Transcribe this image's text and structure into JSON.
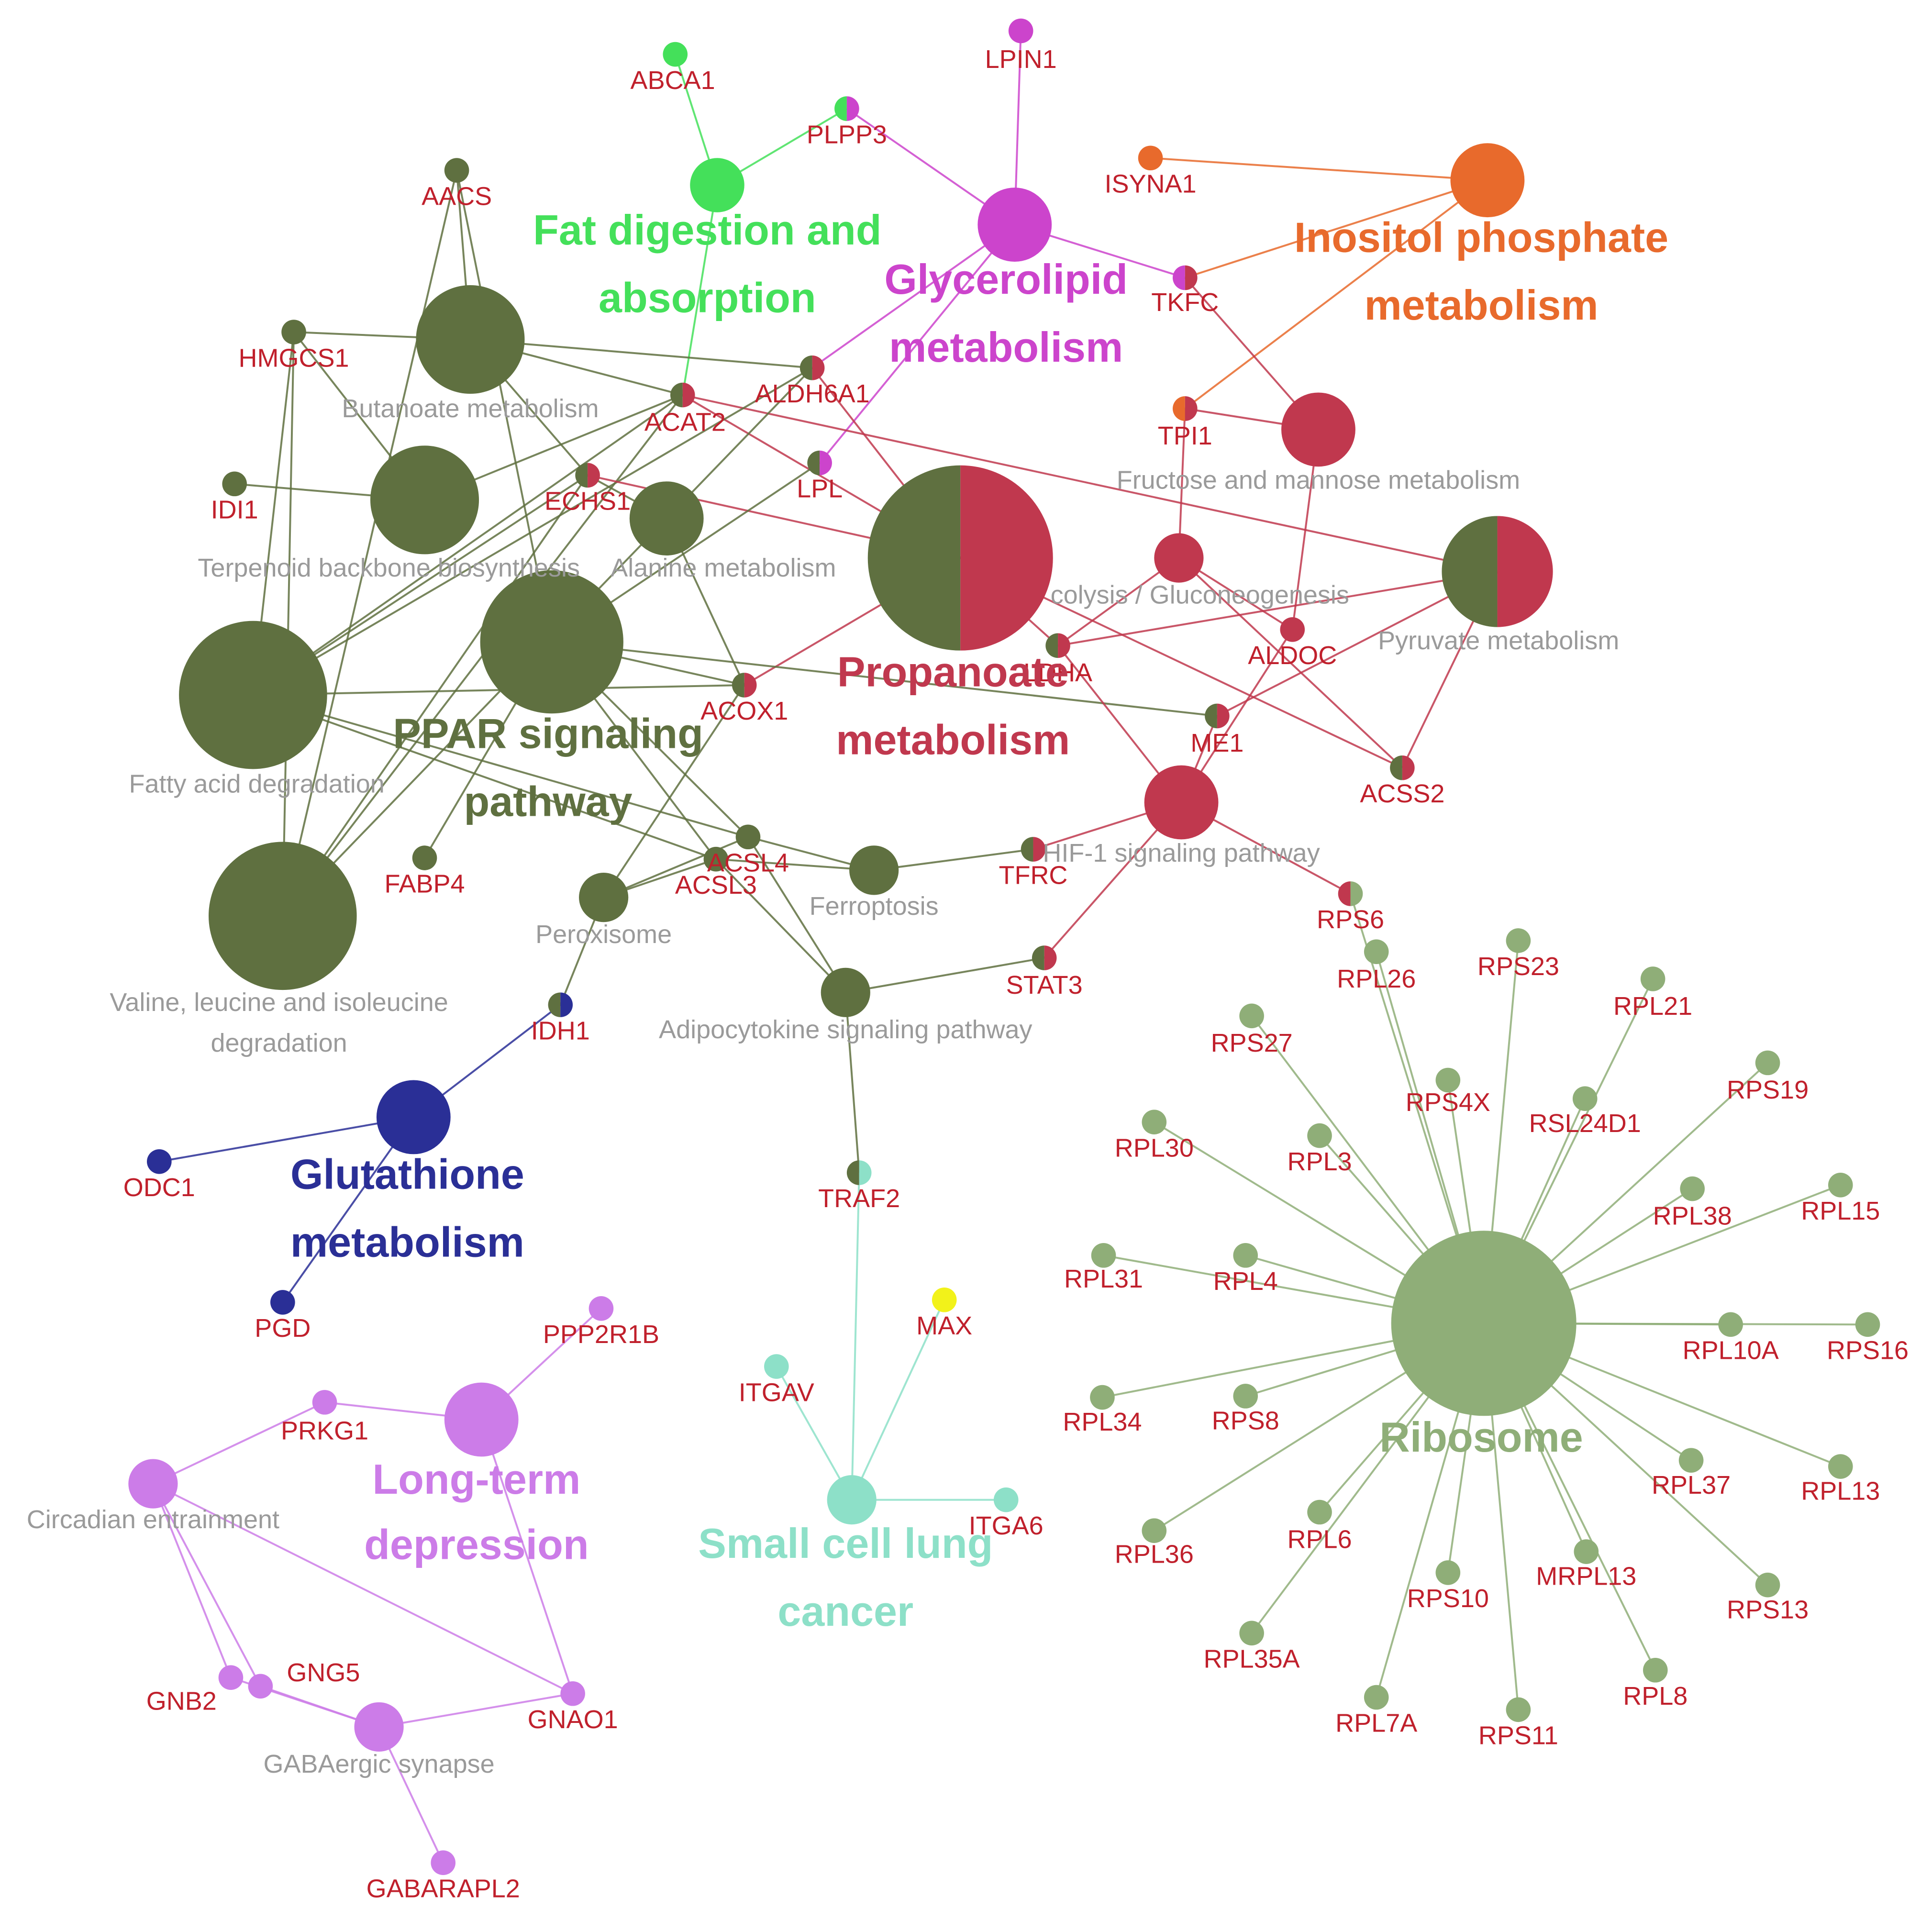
{
  "colors": {
    "olive": "#5f7040",
    "crimson": "#c0384e",
    "green": "#44e05a",
    "magenta": "#cc44cc",
    "orange": "#e86a2c",
    "navy": "#2a2f96",
    "violet": "#cc7ce8",
    "aqua": "#8de0c8",
    "sage": "#8fae78",
    "yellow": "#f2f21a",
    "gene_label": "#c0202c",
    "term_label": "#9a9a9a"
  },
  "clusters": [
    {
      "id": "fat",
      "lines": [
        "Fat digestion and",
        "absorption"
      ],
      "color": "green"
    },
    {
      "id": "glycerolipid",
      "lines": [
        "Glycerolipid",
        "metabolism"
      ],
      "color": "magenta"
    },
    {
      "id": "inositol",
      "lines": [
        "Inositol phosphate",
        "metabolism"
      ],
      "color": "orange"
    },
    {
      "id": "propanoate",
      "lines": [
        "Propanoate",
        "metabolism"
      ],
      "color": "crimson"
    },
    {
      "id": "ppar",
      "lines": [
        "PPAR signaling",
        "pathway"
      ],
      "color": "olive"
    },
    {
      "id": "glutathione",
      "lines": [
        "Glutathione",
        "metabolism"
      ],
      "color": "navy"
    },
    {
      "id": "ltd",
      "lines": [
        "Long-term",
        "depression"
      ],
      "color": "violet"
    },
    {
      "id": "sclc",
      "lines": [
        "Small cell lung",
        "cancer"
      ],
      "color": "aqua"
    },
    {
      "id": "ribosome",
      "lines": [
        "Ribosome"
      ],
      "color": "sage"
    }
  ],
  "nodes": [
    {
      "id": "fat_hub",
      "kind": "hub",
      "colors": [
        "green"
      ]
    },
    {
      "id": "gly_hub",
      "kind": "hub",
      "colors": [
        "magenta"
      ]
    },
    {
      "id": "ino_hub",
      "kind": "hub",
      "colors": [
        "orange"
      ]
    },
    {
      "id": "prop_hub",
      "kind": "hub",
      "colors": [
        "olive",
        "crimson"
      ]
    },
    {
      "id": "ppar_hub",
      "kind": "hub",
      "colors": [
        "olive"
      ]
    },
    {
      "id": "glut_hub",
      "kind": "hub",
      "colors": [
        "navy"
      ]
    },
    {
      "id": "ltd_hub",
      "kind": "hub",
      "colors": [
        "violet"
      ]
    },
    {
      "id": "sclc_hub",
      "kind": "hub",
      "colors": [
        "aqua"
      ]
    },
    {
      "id": "ribo_hub",
      "kind": "hub",
      "colors": [
        "sage"
      ]
    },
    {
      "id": "butanoate",
      "kind": "term",
      "label": "Butanoate metabolism",
      "colors": [
        "olive"
      ]
    },
    {
      "id": "terpenoid",
      "kind": "term",
      "label": "Terpenoid backbone biosynthesis",
      "colors": [
        "olive"
      ]
    },
    {
      "id": "alanine",
      "kind": "term",
      "label": "Alanine metabolism",
      "colors": [
        "olive"
      ]
    },
    {
      "id": "fattyacid",
      "kind": "term",
      "label": "Fatty acid degradation",
      "colors": [
        "olive"
      ]
    },
    {
      "id": "valine",
      "kind": "term",
      "label": "Valine, leucine and isoleucine degradation",
      "colors": [
        "olive"
      ]
    },
    {
      "id": "peroxisome",
      "kind": "term",
      "label": "Peroxisome",
      "colors": [
        "olive"
      ]
    },
    {
      "id": "ferroptosis",
      "kind": "term",
      "label": "Ferroptosis",
      "colors": [
        "olive"
      ]
    },
    {
      "id": "adipo",
      "kind": "term",
      "label": "Adipocytokine signaling pathway",
      "colors": [
        "olive"
      ]
    },
    {
      "id": "fructose",
      "kind": "term",
      "label": "Fructose and mannose metabolism",
      "colors": [
        "crimson"
      ]
    },
    {
      "id": "glycolysis",
      "kind": "term",
      "label": "colysis / Gluconeogenesis",
      "colors": [
        "crimson"
      ]
    },
    {
      "id": "pyruvate",
      "kind": "term",
      "label": "Pyruvate metabolism",
      "colors": [
        "olive",
        "crimson"
      ]
    },
    {
      "id": "hif1",
      "kind": "term",
      "label": "HIF-1 signaling pathway",
      "colors": [
        "crimson"
      ]
    },
    {
      "id": "circadian",
      "kind": "term",
      "label": "Circadian entrainment",
      "colors": [
        "violet"
      ]
    },
    {
      "id": "gabaergic",
      "kind": "term",
      "label": "GABAergic synapse",
      "colors": [
        "violet"
      ]
    },
    {
      "id": "ABCA1",
      "kind": "gene",
      "label": "ABCA1",
      "colors": [
        "green"
      ]
    },
    {
      "id": "LPIN1",
      "kind": "gene",
      "label": "LPIN1",
      "colors": [
        "magenta"
      ]
    },
    {
      "id": "PLPP3",
      "kind": "gene",
      "label": "PLPP3",
      "colors": [
        "green",
        "magenta"
      ]
    },
    {
      "id": "ISYNA1",
      "kind": "gene",
      "label": "ISYNA1",
      "colors": [
        "orange"
      ]
    },
    {
      "id": "AACS",
      "kind": "gene",
      "label": "AACS",
      "colors": [
        "olive"
      ]
    },
    {
      "id": "TKFC",
      "kind": "gene",
      "label": "TKFC",
      "colors": [
        "magenta",
        "crimson"
      ]
    },
    {
      "id": "HMGCS1",
      "kind": "gene",
      "label": "HMGCS1",
      "colors": [
        "olive"
      ]
    },
    {
      "id": "ALDH6A1",
      "kind": "gene",
      "label": "ALDH6A1",
      "colors": [
        "olive",
        "crimson"
      ]
    },
    {
      "id": "ACAT2",
      "kind": "gene",
      "label": "ACAT2",
      "colors": [
        "olive",
        "crimson"
      ]
    },
    {
      "id": "TPI1",
      "kind": "gene",
      "label": "TPI1",
      "colors": [
        "orange",
        "crimson"
      ]
    },
    {
      "id": "IDI1",
      "kind": "gene",
      "label": "IDI1",
      "colors": [
        "olive"
      ]
    },
    {
      "id": "ECHS1",
      "kind": "gene",
      "label": "ECHS1",
      "colors": [
        "olive",
        "crimson"
      ]
    },
    {
      "id": "LPL",
      "kind": "gene",
      "label": "LPL",
      "colors": [
        "olive",
        "magenta"
      ]
    },
    {
      "id": "ALDOC",
      "kind": "gene",
      "label": "ALDOC",
      "colors": [
        "crimson"
      ]
    },
    {
      "id": "LDHA",
      "kind": "gene",
      "label": "LDHA",
      "colors": [
        "olive",
        "crimson"
      ]
    },
    {
      "id": "ACOX1",
      "kind": "gene",
      "label": "ACOX1",
      "colors": [
        "olive",
        "crimson"
      ]
    },
    {
      "id": "ME1",
      "kind": "gene",
      "label": "ME1",
      "colors": [
        "olive",
        "crimson"
      ]
    },
    {
      "id": "ACSS2",
      "kind": "gene",
      "label": "ACSS2",
      "colors": [
        "olive",
        "crimson"
      ]
    },
    {
      "id": "FABP4",
      "kind": "gene",
      "label": "FABP4",
      "colors": [
        "olive"
      ]
    },
    {
      "id": "ACSL4",
      "kind": "gene",
      "label": "ACSL4",
      "colors": [
        "olive"
      ]
    },
    {
      "id": "ACSL3",
      "kind": "gene",
      "label": "ACSL3",
      "colors": [
        "olive"
      ]
    },
    {
      "id": "TFRC",
      "kind": "gene",
      "label": "TFRC",
      "colors": [
        "olive",
        "crimson"
      ]
    },
    {
      "id": "RPS6",
      "kind": "gene",
      "label": "RPS6",
      "colors": [
        "crimson",
        "sage"
      ]
    },
    {
      "id": "STAT3",
      "kind": "gene",
      "label": "STAT3",
      "colors": [
        "olive",
        "crimson"
      ]
    },
    {
      "id": "IDH1",
      "kind": "gene",
      "label": "IDH1",
      "colors": [
        "olive",
        "navy"
      ]
    },
    {
      "id": "ODC1",
      "kind": "gene",
      "label": "ODC1",
      "colors": [
        "navy"
      ]
    },
    {
      "id": "PGD",
      "kind": "gene",
      "label": "PGD",
      "colors": [
        "navy"
      ]
    },
    {
      "id": "TRAF2",
      "kind": "gene",
      "label": "TRAF2",
      "colors": [
        "olive",
        "aqua"
      ]
    },
    {
      "id": "MAX",
      "kind": "gene",
      "label": "MAX",
      "colors": [
        "yellow"
      ]
    },
    {
      "id": "ITGAV",
      "kind": "gene",
      "label": "ITGAV",
      "colors": [
        "aqua"
      ]
    },
    {
      "id": "ITGA6",
      "kind": "gene",
      "label": "ITGA6",
      "colors": [
        "aqua"
      ]
    },
    {
      "id": "PPP2R1B",
      "kind": "gene",
      "label": "PPP2R1B",
      "colors": [
        "violet"
      ]
    },
    {
      "id": "PRKG1",
      "kind": "gene",
      "label": "PRKG1",
      "colors": [
        "violet"
      ]
    },
    {
      "id": "GNB2",
      "kind": "gene",
      "label": "GNB2",
      "colors": [
        "violet"
      ]
    },
    {
      "id": "GNG5",
      "kind": "gene",
      "label": "GNG5",
      "colors": [
        "violet"
      ]
    },
    {
      "id": "GNAO1",
      "kind": "gene",
      "label": "GNAO1",
      "colors": [
        "violet"
      ]
    },
    {
      "id": "GABARAPL2",
      "kind": "gene",
      "label": "GABARAPL2",
      "colors": [
        "violet"
      ]
    },
    {
      "id": "RPL26",
      "kind": "gene",
      "label": "RPL26",
      "colors": [
        "sage"
      ]
    },
    {
      "id": "RPS23",
      "kind": "gene",
      "label": "RPS23",
      "colors": [
        "sage"
      ]
    },
    {
      "id": "RPL21",
      "kind": "gene",
      "label": "RPL21",
      "colors": [
        "sage"
      ]
    },
    {
      "id": "RPS27",
      "kind": "gene",
      "label": "RPS27",
      "colors": [
        "sage"
      ]
    },
    {
      "id": "RPS4X",
      "kind": "gene",
      "label": "RPS4X",
      "colors": [
        "sage"
      ]
    },
    {
      "id": "RSL24D1",
      "kind": "gene",
      "label": "RSL24D1",
      "colors": [
        "sage"
      ]
    },
    {
      "id": "RPS19",
      "kind": "gene",
      "label": "RPS19",
      "colors": [
        "sage"
      ]
    },
    {
      "id": "RPL30",
      "kind": "gene",
      "label": "RPL30",
      "colors": [
        "sage"
      ]
    },
    {
      "id": "RPL3",
      "kind": "gene",
      "label": "RPL3",
      "colors": [
        "sage"
      ]
    },
    {
      "id": "RPL38",
      "kind": "gene",
      "label": "RPL38",
      "colors": [
        "sage"
      ]
    },
    {
      "id": "RPL15",
      "kind": "gene",
      "label": "RPL15",
      "colors": [
        "sage"
      ]
    },
    {
      "id": "RPL31",
      "kind": "gene",
      "label": "RPL31",
      "colors": [
        "sage"
      ]
    },
    {
      "id": "RPL4",
      "kind": "gene",
      "label": "RPL4",
      "colors": [
        "sage"
      ]
    },
    {
      "id": "RPL10A",
      "kind": "gene",
      "label": "RPL10A",
      "colors": [
        "sage"
      ]
    },
    {
      "id": "RPS16",
      "kind": "gene",
      "label": "RPS16",
      "colors": [
        "sage"
      ]
    },
    {
      "id": "RPL34",
      "kind": "gene",
      "label": "RPL34",
      "colors": [
        "sage"
      ]
    },
    {
      "id": "RPS8",
      "kind": "gene",
      "label": "RPS8",
      "colors": [
        "sage"
      ]
    },
    {
      "id": "RPL37",
      "kind": "gene",
      "label": "RPL37",
      "colors": [
        "sage"
      ]
    },
    {
      "id": "RPL13",
      "kind": "gene",
      "label": "RPL13",
      "colors": [
        "sage"
      ]
    },
    {
      "id": "RPL36",
      "kind": "gene",
      "label": "RPL36",
      "colors": [
        "sage"
      ]
    },
    {
      "id": "RPL6",
      "kind": "gene",
      "label": "RPL6",
      "colors": [
        "sage"
      ]
    },
    {
      "id": "RPS10",
      "kind": "gene",
      "label": "RPS10",
      "colors": [
        "sage"
      ]
    },
    {
      "id": "MRPL13",
      "kind": "gene",
      "label": "MRPL13",
      "colors": [
        "sage"
      ]
    },
    {
      "id": "RPS13",
      "kind": "gene",
      "label": "RPS13",
      "colors": [
        "sage"
      ]
    },
    {
      "id": "RPL35A",
      "kind": "gene",
      "label": "RPL35A",
      "colors": [
        "sage"
      ]
    },
    {
      "id": "RPL7A",
      "kind": "gene",
      "label": "RPL7A",
      "colors": [
        "sage"
      ]
    },
    {
      "id": "RPS11",
      "kind": "gene",
      "label": "RPS11",
      "colors": [
        "sage"
      ]
    },
    {
      "id": "RPL8",
      "kind": "gene",
      "label": "RPL8",
      "colors": [
        "sage"
      ]
    }
  ],
  "edges": [
    [
      "ABCA1",
      "fat_hub"
    ],
    [
      "fat_hub",
      "PLPP3"
    ],
    [
      "fat_hub",
      "ACAT2"
    ],
    [
      "LPIN1",
      "gly_hub"
    ],
    [
      "PLPP3",
      "gly_hub"
    ],
    [
      "gly_hub",
      "TKFC"
    ],
    [
      "gly_hub",
      "LPL"
    ],
    [
      "gly_hub",
      "ALDH6A1"
    ],
    [
      "ISYNA1",
      "ino_hub"
    ],
    [
      "ino_hub",
      "TKFC"
    ],
    [
      "ino_hub",
      "TPI1"
    ],
    [
      "TKFC",
      "fructose"
    ],
    [
      "AACS",
      "butanoate"
    ],
    [
      "AACS",
      "valine"
    ],
    [
      "AACS",
      "ppar_hub"
    ],
    [
      "HMGCS1",
      "butanoate"
    ],
    [
      "HMGCS1",
      "terpenoid"
    ],
    [
      "HMGCS1",
      "valine"
    ],
    [
      "HMGCS1",
      "fattyacid"
    ],
    [
      "IDI1",
      "terpenoid"
    ],
    [
      "ACAT2",
      "butanoate"
    ],
    [
      "ACAT2",
      "terpenoid"
    ],
    [
      "ACAT2",
      "fattyacid"
    ],
    [
      "ACAT2",
      "valine"
    ],
    [
      "ACAT2",
      "prop_hub"
    ],
    [
      "ACAT2",
      "pyruvate"
    ],
    [
      "ALDH6A1",
      "butanoate"
    ],
    [
      "ALDH6A1",
      "prop_hub"
    ],
    [
      "ALDH6A1",
      "fattyacid"
    ],
    [
      "ALDH6A1",
      "valine"
    ],
    [
      "ECHS1",
      "butanoate"
    ],
    [
      "ECHS1",
      "fattyacid"
    ],
    [
      "ECHS1",
      "valine"
    ],
    [
      "ECHS1",
      "prop_hub"
    ],
    [
      "ECHS1",
      "alanine"
    ],
    [
      "LPL",
      "ppar_hub"
    ],
    [
      "ACOX1",
      "ppar_hub"
    ],
    [
      "ACOX1",
      "fattyacid"
    ],
    [
      "ACOX1",
      "peroxisome"
    ],
    [
      "ACOX1",
      "alanine"
    ],
    [
      "ACOX1",
      "prop_hub"
    ],
    [
      "FABP4",
      "ppar_hub"
    ],
    [
      "ACSL4",
      "ppar_hub"
    ],
    [
      "ACSL4",
      "fattyacid"
    ],
    [
      "ACSL4",
      "ferroptosis"
    ],
    [
      "ACSL4",
      "peroxisome"
    ],
    [
      "ACSL4",
      "adipo"
    ],
    [
      "ACSL3",
      "ppar_hub"
    ],
    [
      "ACSL3",
      "fattyacid"
    ],
    [
      "ACSL3",
      "ferroptosis"
    ],
    [
      "ACSL3",
      "peroxisome"
    ],
    [
      "ACSL3",
      "adipo"
    ],
    [
      "ME1",
      "ppar_hub"
    ],
    [
      "ME1",
      "pyruvate"
    ],
    [
      "ME1",
      "hif1"
    ],
    [
      "ACSS2",
      "glycolysis"
    ],
    [
      "ACSS2",
      "pyruvate"
    ],
    [
      "ACSS2",
      "prop_hub"
    ],
    [
      "TPI1",
      "fructose"
    ],
    [
      "TPI1",
      "glycolysis"
    ],
    [
      "ALDOC",
      "fructose"
    ],
    [
      "ALDOC",
      "glycolysis"
    ],
    [
      "ALDOC",
      "hif1"
    ],
    [
      "LDHA",
      "glycolysis"
    ],
    [
      "LDHA",
      "pyruvate"
    ],
    [
      "LDHA",
      "prop_hub"
    ],
    [
      "LDHA",
      "hif1"
    ],
    [
      "TFRC",
      "ferroptosis"
    ],
    [
      "TFRC",
      "hif1"
    ],
    [
      "STAT3",
      "adipo"
    ],
    [
      "STAT3",
      "hif1"
    ],
    [
      "RPS6",
      "hif1"
    ],
    [
      "RPS6",
      "ribo_hub"
    ],
    [
      "IDH1",
      "peroxisome"
    ],
    [
      "IDH1",
      "glut_hub"
    ],
    [
      "ODC1",
      "glut_hub"
    ],
    [
      "PGD",
      "glut_hub"
    ],
    [
      "TRAF2",
      "adipo"
    ],
    [
      "TRAF2",
      "sclc_hub"
    ],
    [
      "ITGAV",
      "sclc_hub"
    ],
    [
      "ITGA6",
      "sclc_hub"
    ],
    [
      "MAX",
      "sclc_hub"
    ],
    [
      "PPP2R1B",
      "ltd_hub"
    ],
    [
      "PRKG1",
      "ltd_hub"
    ],
    [
      "PRKG1",
      "circadian"
    ],
    [
      "GNB2",
      "circadian"
    ],
    [
      "GNB2",
      "gabaergic"
    ],
    [
      "GNG5",
      "circadian"
    ],
    [
      "GNG5",
      "gabaergic"
    ],
    [
      "GNAO1",
      "circadian"
    ],
    [
      "GNAO1",
      "gabaergic"
    ],
    [
      "GNAO1",
      "ltd_hub"
    ],
    [
      "GABARAPL2",
      "gabaergic"
    ],
    [
      "RPL26",
      "ribo_hub"
    ],
    [
      "RPS23",
      "ribo_hub"
    ],
    [
      "RPL21",
      "ribo_hub"
    ],
    [
      "RPS27",
      "ribo_hub"
    ],
    [
      "RPS4X",
      "ribo_hub"
    ],
    [
      "RSL24D1",
      "ribo_hub"
    ],
    [
      "RPS19",
      "ribo_hub"
    ],
    [
      "RPL30",
      "ribo_hub"
    ],
    [
      "RPL3",
      "ribo_hub"
    ],
    [
      "RPL38",
      "ribo_hub"
    ],
    [
      "RPL15",
      "ribo_hub"
    ],
    [
      "RPL31",
      "ribo_hub"
    ],
    [
      "RPL4",
      "ribo_hub"
    ],
    [
      "RPL10A",
      "ribo_hub"
    ],
    [
      "RPS16",
      "ribo_hub"
    ],
    [
      "RPL34",
      "ribo_hub"
    ],
    [
      "RPS8",
      "ribo_hub"
    ],
    [
      "RPL37",
      "ribo_hub"
    ],
    [
      "RPL13",
      "ribo_hub"
    ],
    [
      "RPL36",
      "ribo_hub"
    ],
    [
      "RPL6",
      "ribo_hub"
    ],
    [
      "RPS10",
      "ribo_hub"
    ],
    [
      "MRPL13",
      "ribo_hub"
    ],
    [
      "RPS13",
      "ribo_hub"
    ],
    [
      "RPL35A",
      "ribo_hub"
    ],
    [
      "RPL7A",
      "ribo_hub"
    ],
    [
      "RPS11",
      "ribo_hub"
    ],
    [
      "RPL8",
      "ribo_hub"
    ]
  ]
}
